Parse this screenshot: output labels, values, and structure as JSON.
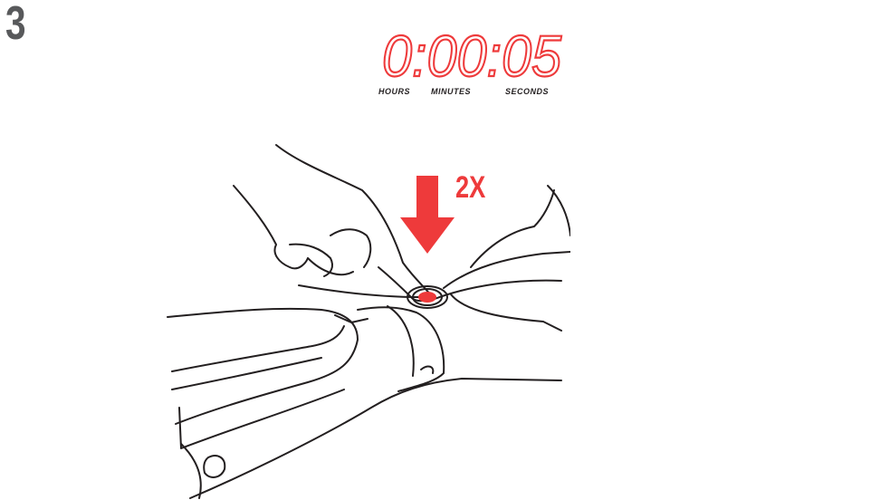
{
  "step": {
    "number": "3"
  },
  "timer": {
    "display": "0:00:05",
    "digit_color": "#ee3a3b",
    "labels": {
      "hours": "HOURS",
      "minutes": "MINUTES",
      "seconds": "SECONDS"
    }
  },
  "instruction": {
    "press_count": "2X",
    "arrow_color": "#ee3a3b",
    "arrow_direction": "down",
    "button_glow_color": "#ee3a3b"
  }
}
